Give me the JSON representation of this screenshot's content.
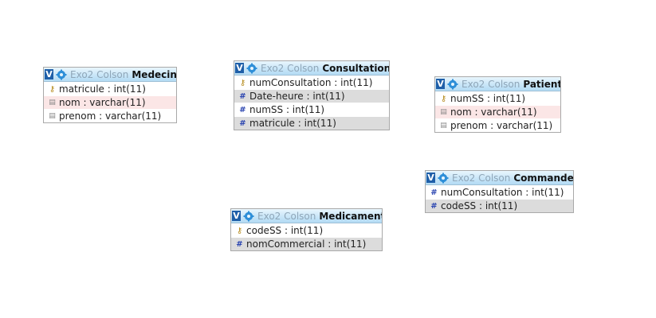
{
  "tables": [
    {
      "db": "Exo2 Colson",
      "name": "Medecin",
      "fields": [
        {
          "label": "matricule : int(11)",
          "icon": "key-icon",
          "row": "plain"
        },
        {
          "label": "nom : varchar(11)",
          "icon": "field-icon",
          "row": "pink"
        },
        {
          "label": "prenom : varchar(11)",
          "icon": "field-icon",
          "row": "plain"
        }
      ]
    },
    {
      "db": "Exo2 Colson",
      "name": "Consultation",
      "fields": [
        {
          "label": "numConsultation : int(11)",
          "icon": "key-icon",
          "row": "plain"
        },
        {
          "label": "Date-heure : int(11)",
          "icon": "hash-icon",
          "row": "idx"
        },
        {
          "label": "numSS : int(11)",
          "icon": "hash-icon",
          "row": "plain"
        },
        {
          "label": "matricule : int(11)",
          "icon": "hash-icon",
          "row": "idx"
        }
      ]
    },
    {
      "db": "Exo2 Colson",
      "name": "Patient",
      "fields": [
        {
          "label": "numSS : int(11)",
          "icon": "key-icon",
          "row": "plain"
        },
        {
          "label": "nom : varchar(11)",
          "icon": "field-icon",
          "row": "pink"
        },
        {
          "label": "prenom : varchar(11)",
          "icon": "field-icon",
          "row": "plain"
        }
      ]
    },
    {
      "db": "Exo2 Colson",
      "name": "Commande",
      "fields": [
        {
          "label": "numConsultation : int(11)",
          "icon": "hash-icon",
          "row": "plain"
        },
        {
          "label": "codeSS : int(11)",
          "icon": "hash-icon",
          "row": "idx"
        }
      ]
    },
    {
      "db": "Exo2 Colson",
      "name": "Medicament",
      "fields": [
        {
          "label": "codeSS : int(11)",
          "icon": "key-icon",
          "row": "plain"
        },
        {
          "label": "nomCommercial : int(11)",
          "icon": "hash-icon",
          "row": "idx"
        }
      ]
    }
  ],
  "ui": {
    "toggle_glyph": "V"
  },
  "colors": {
    "header_top": "#e9f6fd",
    "header_bottom": "#b3dbf4",
    "toggle_bg": "#1f5fa8",
    "index_row": "#dcdcdc",
    "highlight_row": "#fbe6e6",
    "db_text": "#8fa6b8"
  }
}
